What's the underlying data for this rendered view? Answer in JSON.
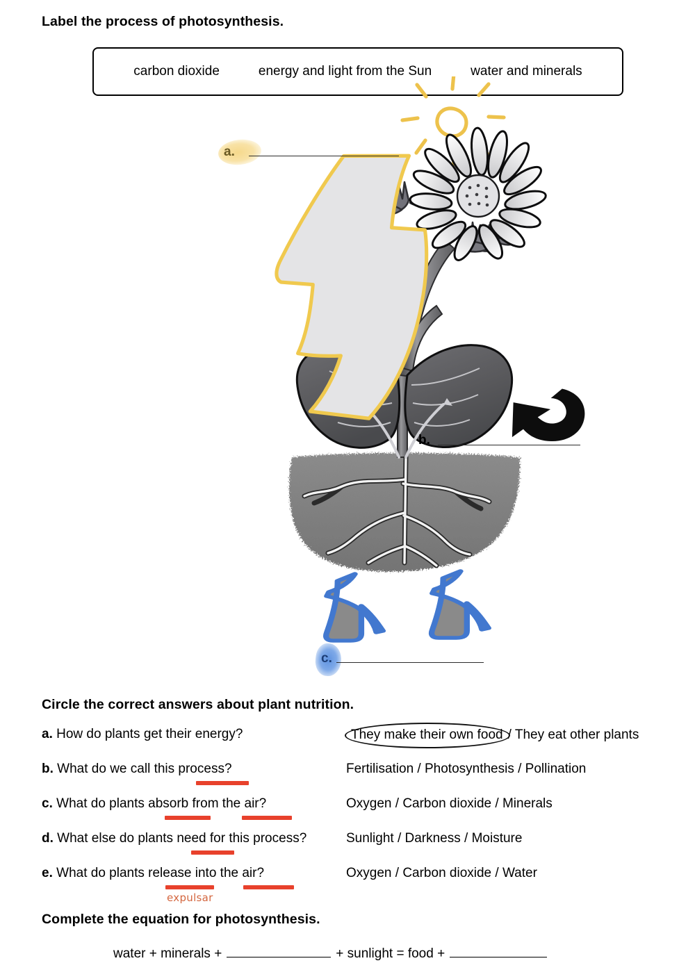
{
  "worksheet": {
    "instructions": {
      "label_diagram": "Label the process of photosynthesis.",
      "circle_answers": "Circle the correct answers about plant nutrition.",
      "complete_equation": "Complete the equation for photosynthesis."
    },
    "word_bank": {
      "items": [
        "carbon dioxide",
        "energy and light from the Sun",
        "water and minerals"
      ]
    },
    "diagram": {
      "callouts": [
        {
          "letter": "a.",
          "highlight_color": "#f6d98c",
          "answer": ""
        },
        {
          "letter": "b.",
          "highlight_color": "",
          "answer": ""
        },
        {
          "letter": "c.",
          "highlight_color": "#5f93e0",
          "answer": ""
        }
      ],
      "elements": {
        "sun": "hand-drawn-sun",
        "down_arrow": "carbon-dioxide-arrow",
        "curved_arrow": "oxygen-release-arrow",
        "up_arrows": "water-uptake-arrows",
        "flower": "daisy-flower",
        "soil": "soil-mound",
        "roots": "root-system"
      },
      "colors": {
        "sun": "#efc246",
        "down_arrow_outline": "#f0c94e",
        "down_arrow_fill": "#e4e4e6",
        "up_arrow_outline": "#4278cf",
        "up_arrow_fill": "#8a8a8a",
        "curved_arrow": "#101010",
        "soil": "#7f7f7f",
        "leaf": "#5b5b5e"
      }
    },
    "questions": [
      {
        "letter": "a.",
        "prompt": "How do plants get their energy?",
        "options_text": "They make their own food / They eat other plants",
        "circled_option": "They make their own food",
        "rest_option": "/ They eat other plants",
        "underlines": []
      },
      {
        "letter": "b.",
        "prompt": "What do we call this process?",
        "options_text": "Fertilisation / Photosynthesis / Pollination",
        "underlines": [
          "process"
        ]
      },
      {
        "letter": "c.",
        "prompt": "What do plants absorb from the air?",
        "options_text": "Oxygen / Carbon dioxide / Minerals",
        "underlines": [
          "absorb",
          "the air"
        ]
      },
      {
        "letter": "d.",
        "prompt": "What else do plants need for this process?",
        "options_text": "Sunlight / Darkness / Moisture",
        "underlines": [
          "need"
        ]
      },
      {
        "letter": "e.",
        "prompt": "What do plants release into the air?",
        "options_text": "Oxygen / Carbon dioxide / Water",
        "underlines": [
          "release",
          "the air"
        ]
      }
    ],
    "annotations": {
      "expulsar": "expulsar",
      "expulsar_color": "#d4663f",
      "underline_color": "#e8412c"
    },
    "equation": {
      "part1": "water + minerals +",
      "part2": "+ sunlight = food +",
      "blank1": "",
      "blank2": ""
    }
  }
}
